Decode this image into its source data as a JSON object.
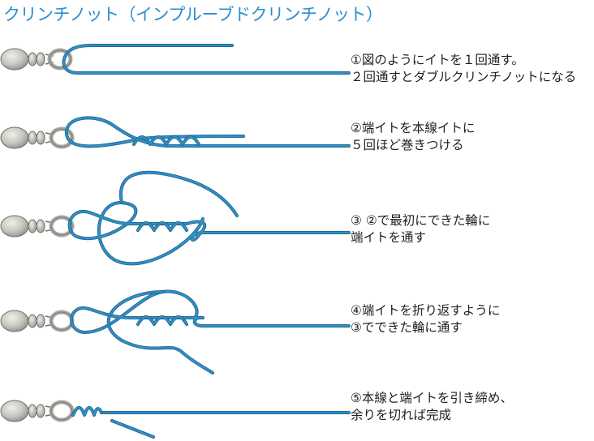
{
  "title": "クリンチノット（インプルーブドクリンチノット）",
  "colors": {
    "title": "#2a8fd0",
    "line": "#2f8fc6",
    "line_edge": "#1d5f86",
    "text": "#231f20",
    "swivel_body": "#c8c9c0",
    "swivel_ring": "#b8b9b3"
  },
  "steps": [
    {
      "lines": [
        "①図のようにイトを１回通す。",
        "２回通すとダブルクリンチノットになる"
      ]
    },
    {
      "lines": [
        "②端イトを本線イトに",
        "５回ほど巻きつける"
      ]
    },
    {
      "lines": [
        "③ ②で最初にできた輪に",
        "端イトを通す"
      ]
    },
    {
      "lines": [
        "④端イトを折り返すように",
        "③でできた輪に通す"
      ]
    },
    {
      "lines": [
        "⑤本線と端イトを引き締め、",
        "余りを切れば完成"
      ]
    }
  ]
}
